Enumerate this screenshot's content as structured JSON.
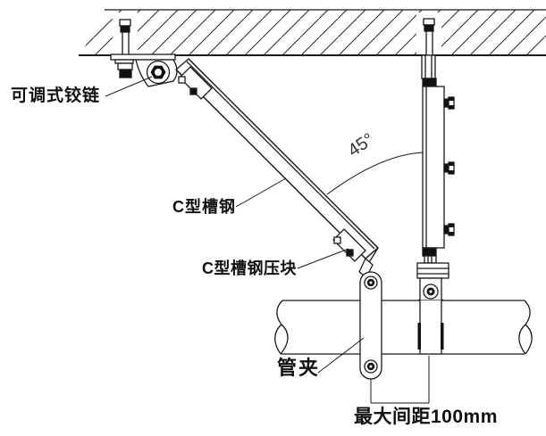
{
  "diagram": {
    "labels": {
      "adjustable_hinge": "可调式铰链",
      "c_channel": "C型槽钢",
      "c_channel_clamp_block": "C型槽钢压块",
      "pipe_clamp": "管夹",
      "max_spacing": "最大间距100mm",
      "angle": "45°"
    },
    "colors": {
      "line": "#1a1a1a",
      "background": "#ffffff"
    }
  }
}
